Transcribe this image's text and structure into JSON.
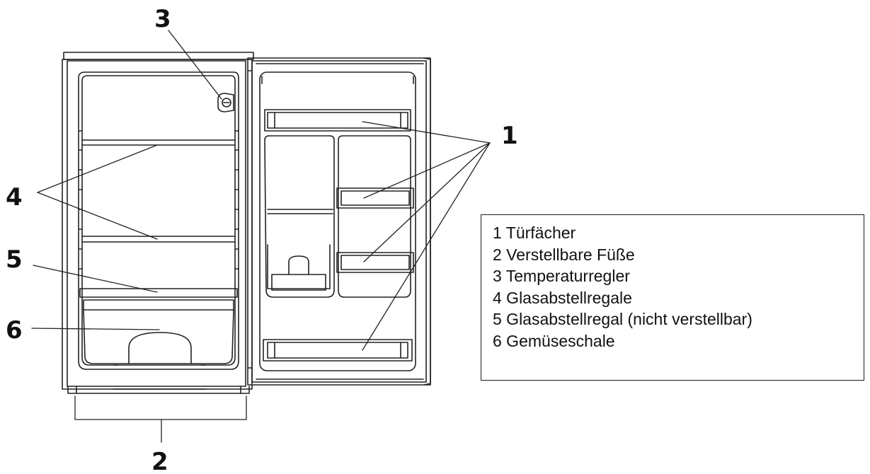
{
  "callouts": {
    "n1": "1",
    "n2": "2",
    "n3": "3",
    "n4": "4",
    "n5": "5",
    "n6": "6"
  },
  "legend": [
    "1 Türfächer",
    "2 Verstellbare Füße",
    "3 Temperaturregler",
    "4 Glasabstellregale",
    "5 Glasabstellregal (nicht verstellbar)",
    "6 Gemüseschale"
  ]
}
